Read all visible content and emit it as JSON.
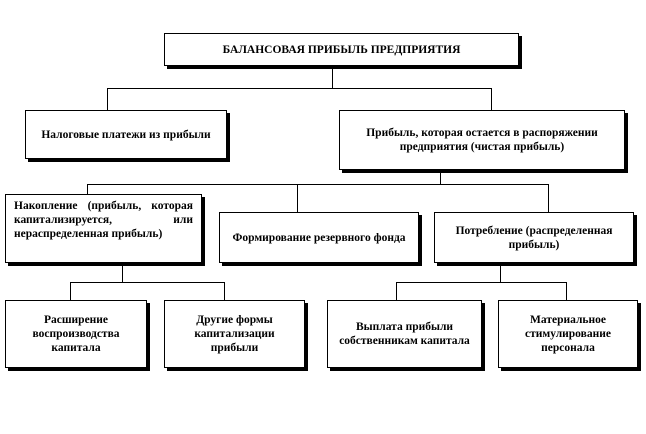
{
  "diagram": {
    "root": "БАЛАНСОВАЯ ПРИБЫЛЬ ПРЕДПРИЯТИЯ",
    "tax_payments": "Налоговые платежи из прибыли",
    "retained_profit": "Прибыль, которая остается в распоряжении предприятия (чистая прибыль)",
    "accumulation": "Накопление (прибыль, которая капитализируется, или нераспределенная прибыль)",
    "reserve_fund": "Формирование резервного фонда",
    "consumption": "Потребление (распределенная прибыль)",
    "expansion": "Расширение воспроизводства капитала",
    "other_forms": "Другие формы капитализации прибыли",
    "dividends": "Выплата прибыли собственникам капитала",
    "incentives": "Материальное стимулирование персонала"
  }
}
